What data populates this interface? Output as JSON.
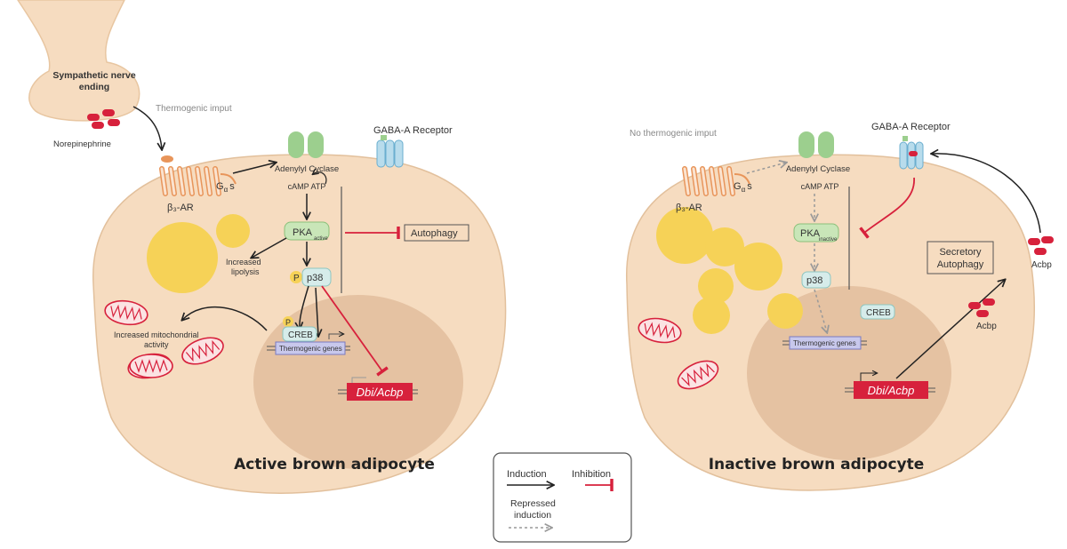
{
  "nerve": {
    "label_line1": "Sympathetic nerve",
    "label_line2": "ending",
    "neurotransmitter": "Norepinephrine"
  },
  "left_cell": {
    "input_label": "Thermogenic imput",
    "receptor_label": "GABA-A Receptor",
    "beta3_label": "β₃-AR",
    "gs_label": "G",
    "gs_sub": "α",
    "gs_suffix": "s",
    "cyclase_label": "Adenylyl Cyclase",
    "camp_label": "cAMP ATP",
    "pka_label": "PKA",
    "pka_state": "active",
    "lipolysis_line1": "Increased",
    "lipolysis_line2": "lipolysis",
    "p38_label": "p38",
    "p_label": "P",
    "autophagy_label": "Autophagy",
    "mito_line1": "Increased mitochondrial",
    "mito_line2": "activity",
    "creb_label": "CREB",
    "genes_label": "Thermogenic genes",
    "dbi_label": "Dbi/Acbp",
    "title": "Active brown adipocyte"
  },
  "right_cell": {
    "input_label": "No thermogenic imput",
    "receptor_label": "GABA-A Receptor",
    "beta3_label": "β₃-AR",
    "gs_label": "G",
    "gs_sub": "α",
    "gs_suffix": "s",
    "cyclase_label": "Adenylyl Cyclase",
    "camp_label": "cAMP ATP",
    "pka_label": "PKA",
    "pka_state": "inactive",
    "p38_label": "p38",
    "creb_label": "CREB",
    "genes_label": "Thermogenic genes",
    "secretory_line1": "Secretory",
    "secretory_line2": "Autophagy",
    "acbp_inner": "Acbp",
    "acbp_outer": "Acbp",
    "dbi_label": "Dbi/Acbp",
    "title": "Inactive brown adipocyte"
  },
  "legend": {
    "induction": "Induction",
    "inhibition": "Inhibition",
    "repressed_line1": "Repressed",
    "repressed_line2": "induction"
  },
  "colors": {
    "cell_fill": "#f6dcc0",
    "nucleus_fill": "#e5c2a2",
    "lipid": "#f6d257",
    "red": "#d7213c",
    "orange": "#e8955a",
    "green": "#9ccf8e",
    "blue_receptor": "#b8dcec"
  }
}
